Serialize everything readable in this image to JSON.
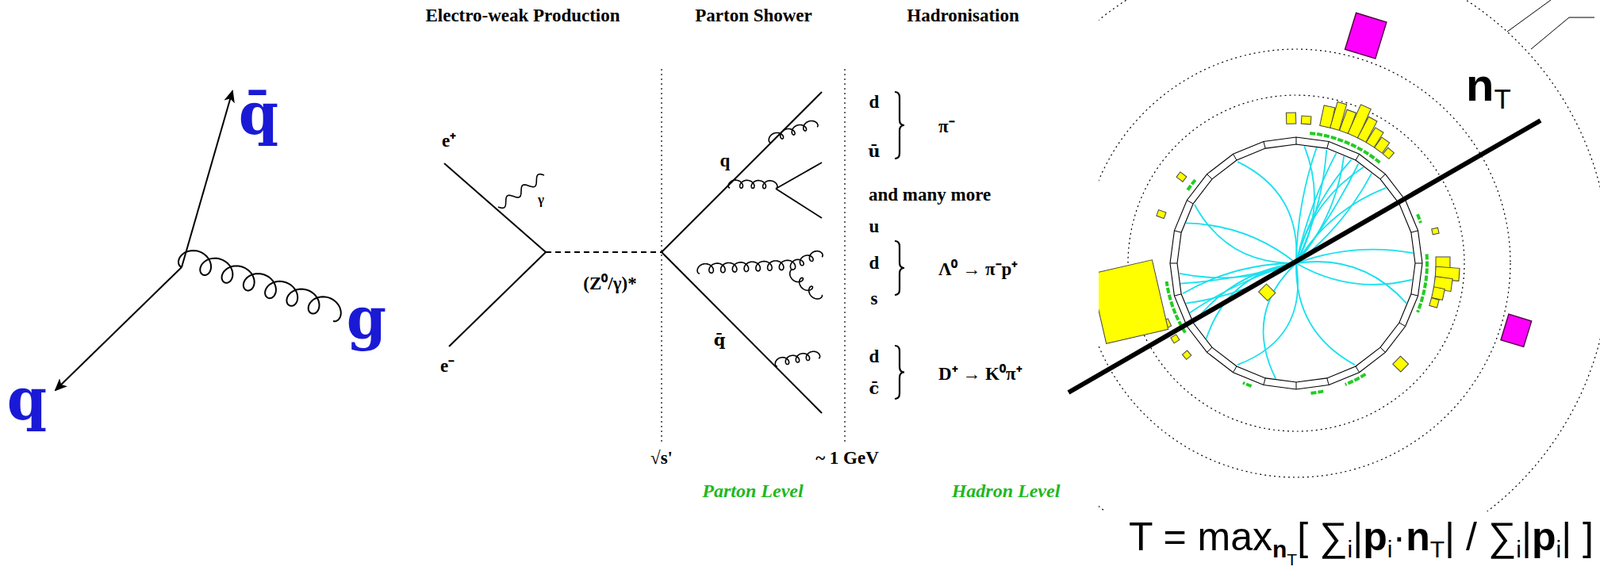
{
  "diagram": {
    "labels": [
      "q̄",
      "g",
      "q",
      "Electro-weak Production",
      "Parton Shower",
      "Hadronisation",
      "e⁺",
      "γ",
      "e⁻",
      "(Z⁰/γ)*",
      "q",
      "q̄",
      "d",
      "ū",
      "π⁻",
      "and many more",
      "u",
      "d",
      "s",
      "Λ⁰ → π⁻p⁺",
      "d",
      "c̄",
      "D⁺ → K⁰π⁺",
      "√s'",
      "~ 1 GeV",
      "Parton Level",
      "Hadron Level",
      "n",
      "T",
      "T = max",
      "n",
      "T",
      "[ ∑",
      "i",
      "|",
      "p",
      "i",
      "·",
      "n",
      "T",
      "| / ∑",
      "i",
      "|",
      "p",
      "i",
      "| ]"
    ]
  }
}
